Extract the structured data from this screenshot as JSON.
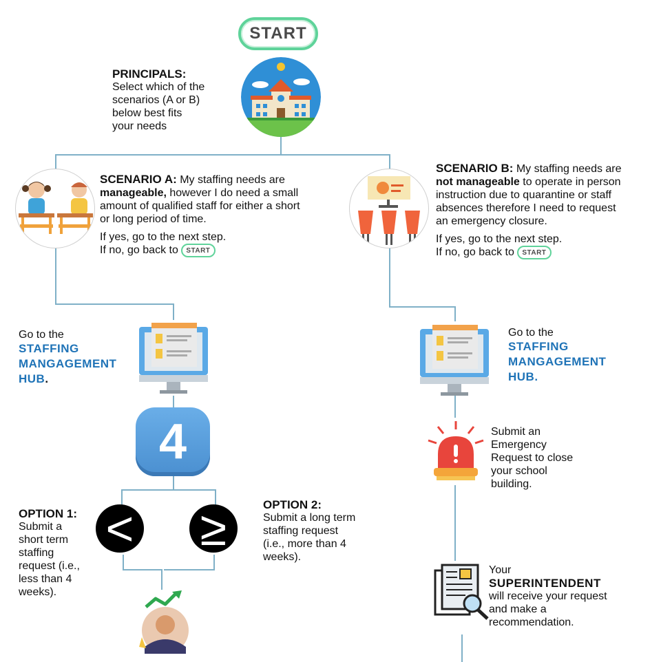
{
  "start": {
    "label": "START"
  },
  "principals": {
    "heading": "PRINCIPALS:",
    "lines": [
      "Select which of the",
      "scenarios (A or B)",
      "below best fits",
      "your needs"
    ]
  },
  "scenario_a": {
    "heading": "SCENARIO A:",
    "text_before": " My staffing needs are ",
    "emphasis": "manageable,",
    "text_after": " however I do need a small amount of qualified staff for either a short or long period of time.",
    "yes_line": "If yes, go to the next step.",
    "no_line": "If no, go back to",
    "start_label": "START"
  },
  "scenario_b": {
    "heading": "SCENARIO B:",
    "text_before": " My staffing needs are ",
    "emphasis": "not manageable",
    "text_after": " to operate in person instruction due to quarantine or staff absences therefore I need to request an emergency closure.",
    "yes_line": "If yes, go to the next step.",
    "no_line": "If no, go back to",
    "start_label": "START"
  },
  "hub_left": {
    "go_to": "Go to the",
    "hub_lines": [
      "STAFFING",
      "MANGAGEMENT",
      "HUB"
    ],
    "period": "."
  },
  "hub_right": {
    "go_to": "Go to the",
    "hub_lines": [
      "STAFFING",
      "MANGAGEMENT",
      "HUB."
    ]
  },
  "number_badge": {
    "value": "4"
  },
  "option1": {
    "heading": "OPTION 1:",
    "lines": [
      "Submit a",
      "short term",
      "staffing",
      "request (i.e.,",
      "less than 4",
      "weeks)."
    ],
    "symbol": "<"
  },
  "option2": {
    "heading": "OPTION 2:",
    "lines": [
      "Submit a long term",
      "staffing request",
      "(i.e., more than 4",
      "weeks)."
    ],
    "symbol": "≥"
  },
  "emergency": {
    "lines": [
      "Submit an",
      "Emergency",
      "Request to close",
      "your school",
      "building."
    ]
  },
  "superintendent": {
    "your": "Your",
    "title": "SUPERINTENDENT",
    "lines": [
      "will receive your request",
      "and make a",
      "recommendation."
    ]
  },
  "colors": {
    "accent_green": "#5fd39a",
    "hub_blue": "#1f73b7",
    "connector": "#7fb0c7",
    "badge_blue": "#5b9ad8"
  }
}
